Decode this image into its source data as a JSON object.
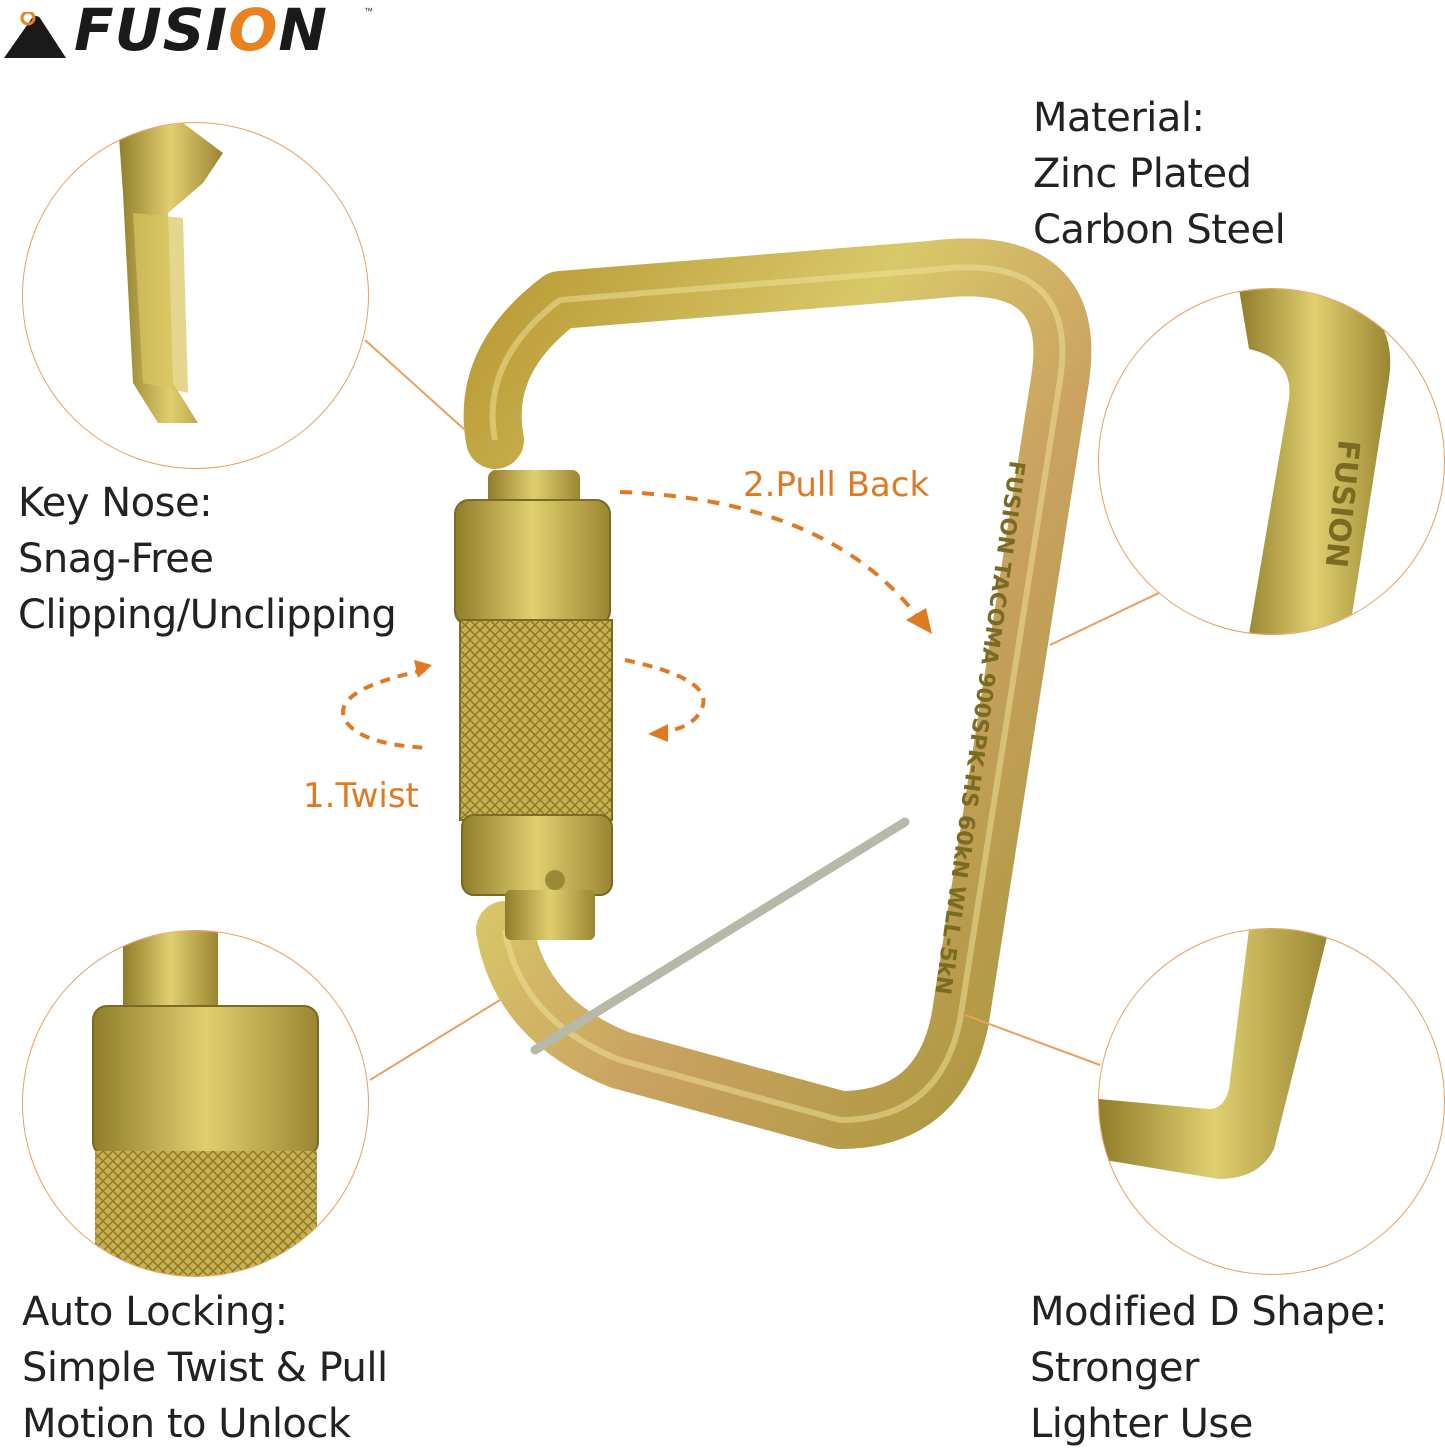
{
  "brand": {
    "name_prefix": "FUSI",
    "name_o": "O",
    "name_suffix": "N",
    "tm": "™"
  },
  "features": {
    "material": {
      "lines": [
        "Material:",
        "Zinc Plated",
        "Carbon Steel"
      ]
    },
    "key_nose": {
      "lines": [
        "Key Nose:",
        "Snag-Free",
        "Clipping/Unclipping"
      ]
    },
    "auto_locking": {
      "lines": [
        "Auto Locking:",
        "Simple Twist & Pull",
        "Motion to Unlock"
      ]
    },
    "modified_d": {
      "lines": [
        "Modified D Shape:",
        "Stronger",
        "Lighter Use"
      ]
    }
  },
  "steps": {
    "twist": "1.Twist",
    "pull_back": "2.Pull Back"
  },
  "carabiner_engraving": "FUSION TACOMA 900SPK-HS 60kN WLL-5kN",
  "colors": {
    "accent": "#e07a22",
    "metal": "#c9b24a",
    "metal_dark": "#8a7a2a"
  }
}
